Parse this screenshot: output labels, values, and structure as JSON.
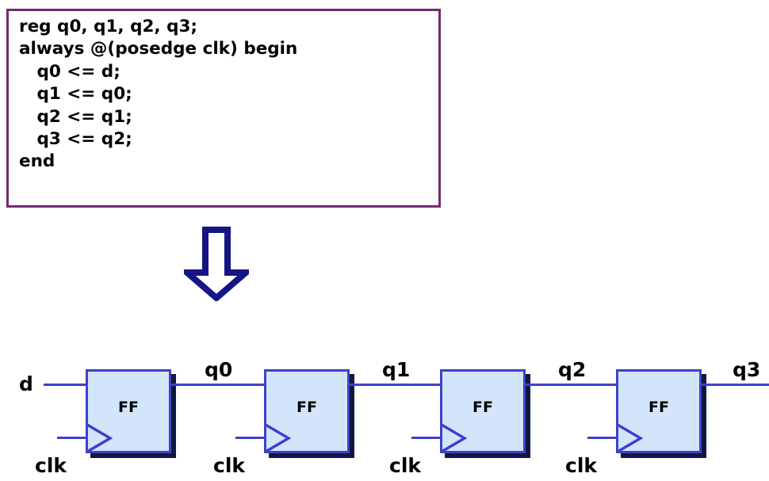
{
  "code_block": {
    "name": "verilog-shift-register",
    "border_color": "#6f2b6f",
    "background": "#ffffff",
    "lines": [
      "reg q0, q1, q2, q3;",
      "always @(posedge clk) begin",
      "   q0 <= d;",
      "   q1 <= q0;",
      "   q2 <= q1;",
      "   q3 <= q2;",
      "end"
    ],
    "text": "reg q0, q1, q2, q3;\nalways @(posedge clk) begin\n   q0 <= d;\n   q1 <= q0;\n   q2 <= q1;\n   q3 <= q2;\nend"
  },
  "arrow": {
    "name": "down-arrow-icon",
    "direction": "down",
    "stroke_color": "#151585",
    "fill_color": "#ffffff"
  },
  "diagram": {
    "name": "flip-flop-chain",
    "colors": {
      "box_fill": "#d2e5fb",
      "box_border": "#4040c8",
      "box_shadow": "#101840",
      "wire": "#4040c8",
      "text": "#000000"
    },
    "input_label": "d",
    "flipflops": [
      {
        "label": "FF",
        "clk_label": "clk",
        "output_label": "q0"
      },
      {
        "label": "FF",
        "clk_label": "clk",
        "output_label": "q1"
      },
      {
        "label": "FF",
        "clk_label": "clk",
        "output_label": "q2"
      },
      {
        "label": "FF",
        "clk_label": "clk",
        "output_label": "q3"
      }
    ]
  }
}
